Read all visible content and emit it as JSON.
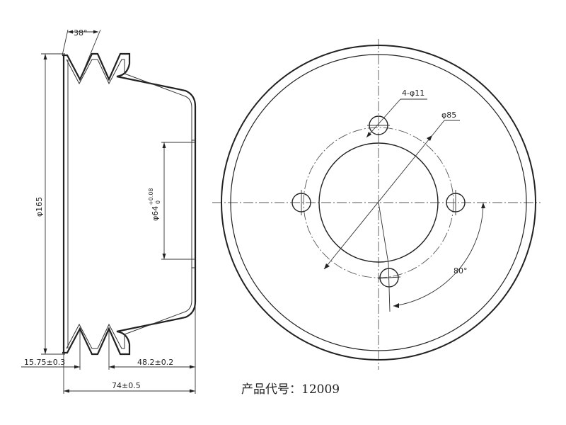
{
  "drawing": {
    "side_view": {
      "groove_angle": "38°",
      "outer_diameter": "φ165",
      "bore_diameter_main": "φ64",
      "bore_tol_upper": "+0.08",
      "bore_tol_lower": "0",
      "groove_offset": "15.75±0.3",
      "hub_length": "48.2±0.2",
      "overall_length": "74±0.5"
    },
    "front_view": {
      "hole_callout": "4-φ11",
      "pcd_callout": "φ85",
      "angle_callout": "80°"
    },
    "product_code": "产品代号：12009"
  }
}
